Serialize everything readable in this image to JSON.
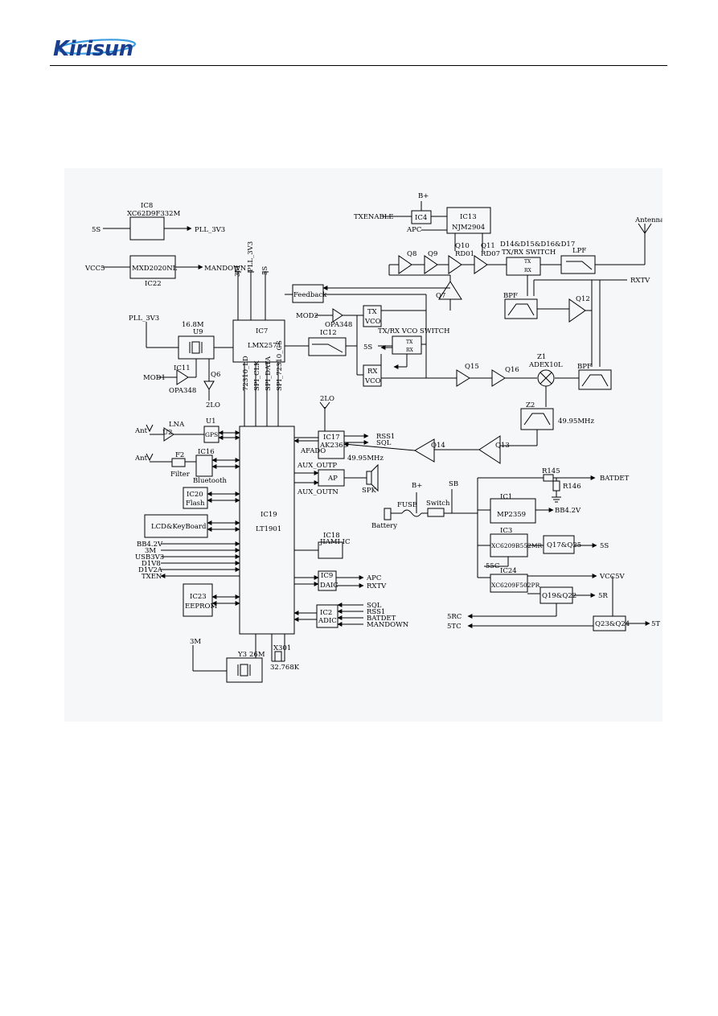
{
  "header": {
    "logo_text": "Kirisun"
  },
  "blocks": {
    "ic8": {
      "ref": "IC8",
      "part": "XC62D9F332M"
    },
    "ic22": {
      "part": "MXD2020NL",
      "ref": "IC22"
    },
    "ic7": {
      "ref": "IC7",
      "part": "LMX2571"
    },
    "u9": {
      "ref": "U9",
      "freq": "16.8M"
    },
    "ic11": {
      "ref": "IC11",
      "part": "OPA348"
    },
    "ic12": {
      "ref": "IC12"
    },
    "feedback": {
      "label": "Feedback"
    },
    "opa348b": {
      "part": "OPA348"
    },
    "txvco": {
      "l1": "TX",
      "l2": "VCO"
    },
    "rxvco": {
      "l1": "RX",
      "l2": "VCO"
    },
    "vcoswitch": {
      "label": "TX/RX VCO SWITCH",
      "tx": "TX",
      "rx": "RX"
    },
    "ic4": {
      "ref": "IC4"
    },
    "ic13": {
      "ref": "IC13",
      "part": "NJM2904"
    },
    "q7": {
      "ref": "Q7"
    },
    "q8": {
      "ref": "Q8"
    },
    "q9": {
      "ref": "Q9"
    },
    "q10": {
      "ref": "Q10",
      "part": "RD01"
    },
    "q11": {
      "ref": "Q11",
      "part": "RD07"
    },
    "diodes": {
      "label": "D14&D15&D16&D17"
    },
    "txrxswitch": {
      "label": "TX/RX   SWITCH",
      "tx": "TX",
      "rx": "RX"
    },
    "lpf": {
      "label": "LPF"
    },
    "antenna": {
      "label": "Antenna"
    },
    "bpf1": {
      "label": "BPF"
    },
    "bpf2": {
      "label": "BPF"
    },
    "q12": {
      "ref": "Q12"
    },
    "q15": {
      "ref": "Q15"
    },
    "q16": {
      "ref": "Q16"
    },
    "z1": {
      "ref": "Z1",
      "part": "ADEX10L"
    },
    "z2": {
      "ref": "Z2",
      "freq": "49.95MHz"
    },
    "q13": {
      "ref": "Q13"
    },
    "q14": {
      "ref": "Q14"
    },
    "ic17": {
      "ref": "IC17",
      "part": "AK2365",
      "freq": "49.95MHz"
    },
    "ap": {
      "label": "AP"
    },
    "spk": {
      "label": "SPK"
    },
    "u2": {
      "ref": "U2",
      "part": "LNA"
    },
    "u1": {
      "ref": "U1",
      "part": "GPS"
    },
    "f2": {
      "ref": "F2",
      "part": "Filter"
    },
    "ic16": {
      "ref": "IC16",
      "part": "Bluetooth"
    },
    "ic20": {
      "ref": "IC20",
      "part": "Flash"
    },
    "lcd": {
      "label": "LCD&KeyBoard"
    },
    "ic19": {
      "ref": "IC19",
      "part": "LT1901"
    },
    "ic18": {
      "ref": "IC18",
      "part": "JIAMI IC"
    },
    "ic9": {
      "ref": "IC9",
      "part": "DAIC"
    },
    "ic2": {
      "ref": "IC2",
      "part": "ADIC"
    },
    "ic23": {
      "ref": "IC23",
      "part": "EEPROM"
    },
    "y3": {
      "ref": "Y3",
      "freq": "26M"
    },
    "x301": {
      "ref": "X301",
      "freq": "32.768K"
    },
    "battery": {
      "label": "Battery"
    },
    "fuse": {
      "label": "FUSE"
    },
    "switch": {
      "label": "Switch"
    },
    "r145": {
      "ref": "R145"
    },
    "r146": {
      "ref": "R146"
    },
    "ic1": {
      "ref": "IC1",
      "part": "MP2359"
    },
    "ic3": {
      "ref": "IC3",
      "part": "XC6209B552MR"
    },
    "q17q25": {
      "ref": "Q17&Q25"
    },
    "ic24": {
      "ref": "IC24",
      "part": "XC6209F502PR"
    },
    "q19q22": {
      "ref": "Q19&Q22"
    },
    "q23q24": {
      "ref": "Q23&Q24"
    }
  },
  "nets": {
    "s5_in": "5S",
    "pll_3v3_out": "PLL_3V3",
    "vcc5": "VCC5",
    "mandown_out": "MANDOWN",
    "pll_3v3_in": "PLL_3V3",
    "mod1": "MOD1",
    "l2lo_a": "2LO",
    "n3m_top": "3M",
    "pll3v3_top": "PLL_3V3",
    "s5_top": "5S",
    "mod2": "MOD2",
    "s5_vco": "5S",
    "txenable": "TXENABLE",
    "bplus_top": "B+",
    "apc_top": "APC",
    "rxtv_top": "RXTV",
    "lock": "72310_LD",
    "spi_clk": "SPI_CLK",
    "spi_data": "SPI_DATA",
    "spi_cs": "SPI_72310_CS",
    "l2lo_b": "2LO",
    "ant1": "Ant",
    "ant2": "Ant",
    "rss1_a": "RSS1",
    "sql_a": "SQL",
    "afado": "AFADO",
    "aux_outp": "AUX_OUTP",
    "aux_outn": "AUX_OUTN",
    "bb42_in": "BB4.2V",
    "n3m_in": "3M",
    "usb3v3": "USB3V3",
    "d1v8": "D1V8",
    "d1v2a": "D1V2A",
    "txen_in": "TXEN",
    "apc_out": "APC",
    "rxtv_out": "RXTV",
    "sql_b": "SQL",
    "rss1_b": "RSS1",
    "batdet_b": "BATDET",
    "mandown_b": "MANDOWN",
    "n3m_bot": "3M",
    "bplus_bat": "B+",
    "sb": "SB",
    "batdet_out": "BATDET",
    "bb42_out": "BB4.2V",
    "s5_out": "5S",
    "s5c": "55C",
    "vcc5v": "VCC5V",
    "r5": "5R",
    "rc5": "5RC",
    "tc5": "5TC",
    "t5": "5T"
  }
}
